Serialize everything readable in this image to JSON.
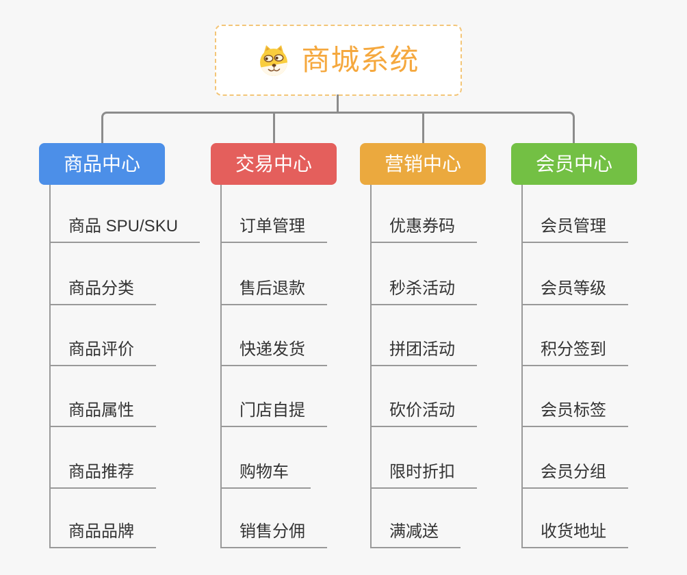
{
  "page": {
    "background": "#F7F7F7",
    "connector_color": "#8C8C8C",
    "leaf_text_color": "#333333",
    "leaf_line_color": "#999999"
  },
  "root": {
    "title": "商城系统",
    "icon": "shiba-dog-icon",
    "text_color": "#F5A83E",
    "border_color": "#F3C577"
  },
  "branches": [
    {
      "label": "商品中心",
      "color": "#4C8FE8",
      "children": [
        "商品 SPU/SKU",
        "商品分类",
        "商品评价",
        "商品属性",
        "商品推荐",
        "商品品牌"
      ]
    },
    {
      "label": "交易中心",
      "color": "#E45F5C",
      "children": [
        "订单管理",
        "售后退款",
        "快递发货",
        "门店自提",
        "购物车",
        "销售分佣"
      ]
    },
    {
      "label": "营销中心",
      "color": "#EBA93E",
      "children": [
        "优惠券码",
        "秒杀活动",
        "拼团活动",
        "砍价活动",
        "限时折扣",
        "满减送"
      ]
    },
    {
      "label": "会员中心",
      "color": "#73C044",
      "children": [
        "会员管理",
        "会员等级",
        "积分签到",
        "会员标签",
        "会员分组",
        "收货地址"
      ]
    }
  ]
}
